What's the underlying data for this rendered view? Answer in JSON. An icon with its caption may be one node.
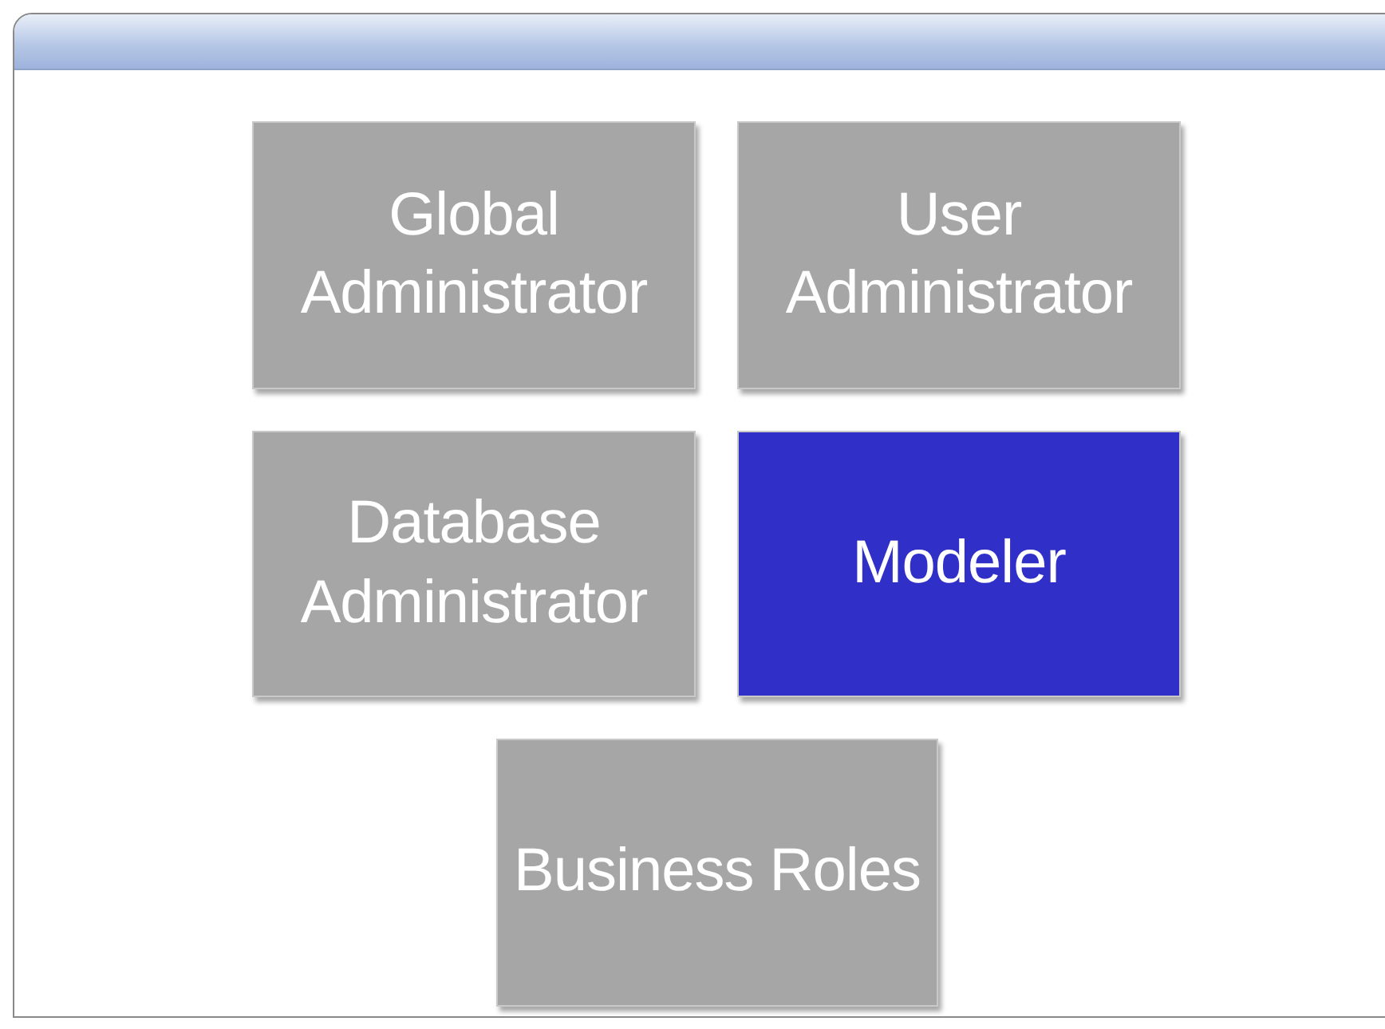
{
  "diagram": {
    "nodes": [
      {
        "text": [
          "Global Administrator"
        ]
      },
      {
        "text": [
          "User Administrator"
        ]
      },
      {
        "text": [
          "Database Administrator"
        ]
      },
      {
        "text": [
          "Modeler"
        ]
      },
      {
        "text": [
          "Business Roles"
        ]
      }
    ]
  }
}
